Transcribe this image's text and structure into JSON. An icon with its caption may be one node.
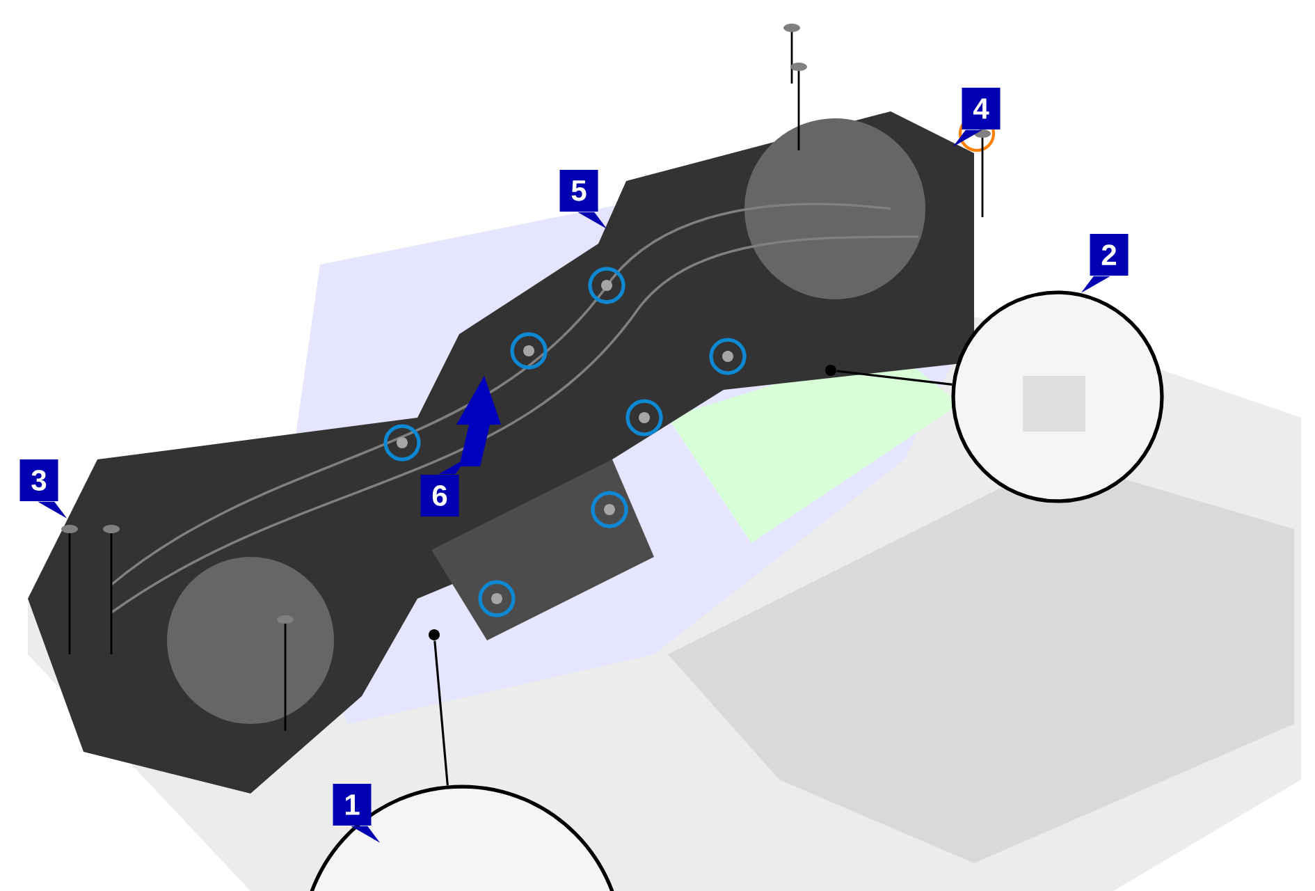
{
  "diagram": {
    "nodes": [
      {
        "text": [
          "4"
        ]
      },
      {
        "text": [
          "5"
        ]
      },
      {
        "text": [
          "2"
        ]
      },
      {
        "text": [
          "6"
        ]
      },
      {
        "text": [
          "3"
        ]
      },
      {
        "text": [
          "1"
        ]
      },
      {
        "text": [],
        "shape": "picture"
      },
      {
        "text": [],
        "shape": "circle"
      },
      {
        "text": [],
        "shape": "picture"
      },
      {
        "text": [],
        "shape": "circle"
      }
    ],
    "edges": [
      {
        "from": 6,
        "to": 7,
        "arrow": "none"
      },
      {
        "from": 8,
        "to": 9,
        "arrow": "none"
      }
    ]
  }
}
